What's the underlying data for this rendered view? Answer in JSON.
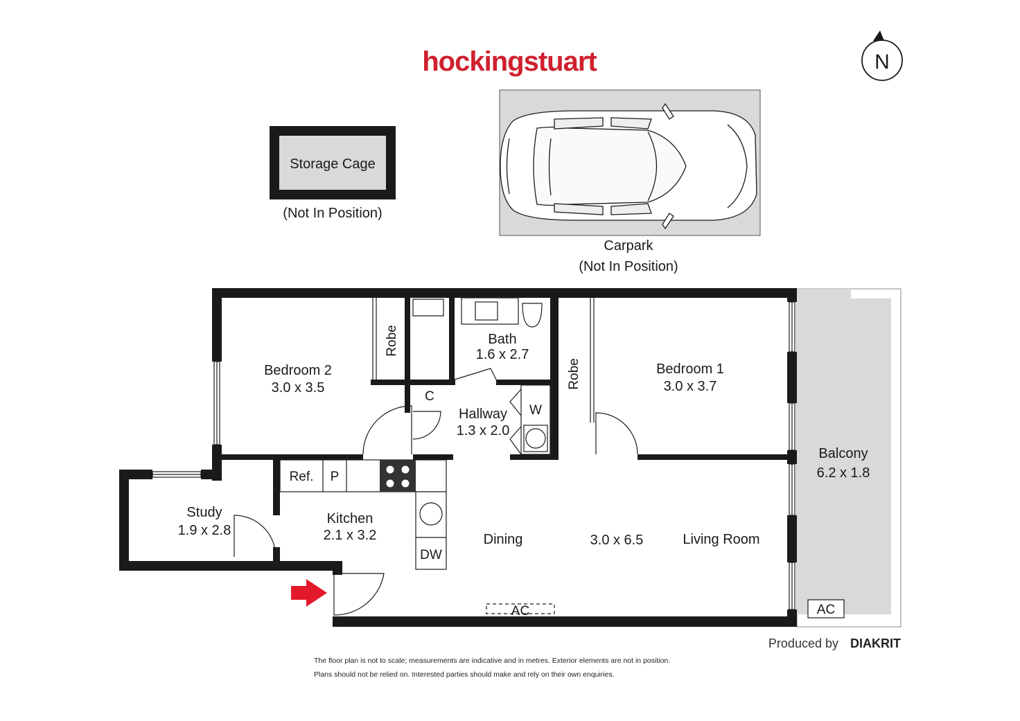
{
  "brand": {
    "name": "hockingstuart",
    "color": "#d0202e"
  },
  "compass": {
    "label": "N"
  },
  "storage": {
    "label": "Storage Cage",
    "note": "(Not In Position)"
  },
  "carpark": {
    "label": "Carpark",
    "note": "(Not In Position)"
  },
  "rooms": {
    "bedroom2": {
      "name": "Bedroom 2",
      "size": "3.0 x 3.5"
    },
    "bath": {
      "name": "Bath",
      "size": "1.6 x 2.7"
    },
    "bedroom1": {
      "name": "Bedroom 1",
      "size": "3.0 x 3.7"
    },
    "hallway": {
      "name": "Hallway",
      "size": "1.3 x 2.0"
    },
    "balcony": {
      "name": "Balcony",
      "size": "6.2 x 1.8"
    },
    "study": {
      "name": "Study",
      "size": "1.9 x 2.8"
    },
    "kitchen": {
      "name": "Kitchen",
      "size": "2.1 x 3.2"
    },
    "dining": {
      "name": "Dining"
    },
    "living": {
      "name": "Living Room",
      "size": "3.0 x 6.5"
    }
  },
  "fixtures": {
    "robe_bed2": "Robe",
    "robe_bed1": "Robe",
    "cupboard": "C",
    "laundry": "W",
    "ref": "Ref.",
    "pantry": "P",
    "dishwasher": "DW",
    "ac_living": "AC",
    "ac_balcony": "AC"
  },
  "entry_arrow_color": "#e3192b",
  "produced": {
    "prefix": "Produced by",
    "company": "DIAKRIT"
  },
  "disclaimer": {
    "line1": "The floor plan is not to scale; measurements are indicative and in metres. Exterior elements are not in position.",
    "line2": "Plans should not be relied on. Interested parties should make and rely on their own enquiries."
  }
}
